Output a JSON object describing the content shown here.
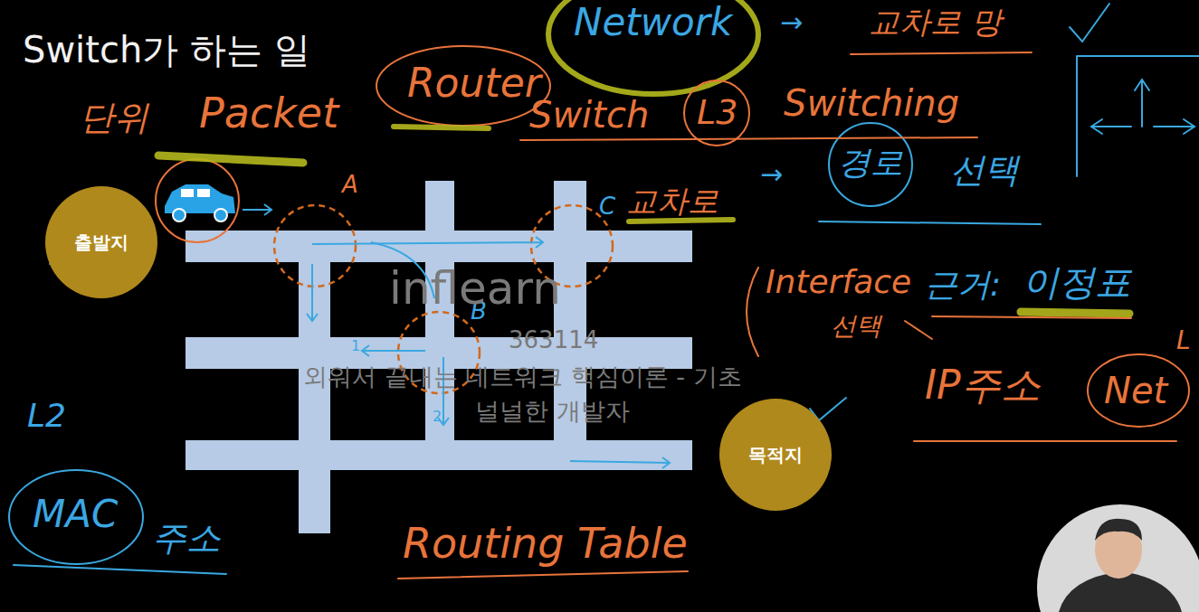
{
  "diagram": {
    "title": "Switch가 하는 일",
    "nodes": [
      {
        "text": [
          "출발지"
        ]
      },
      {
        "text": [
          "목적지"
        ]
      }
    ],
    "labels": [
      "단위",
      "Packet",
      "Router",
      "Switch",
      "L3",
      "Switching",
      "Network",
      "→",
      "교차로 망",
      "A",
      "B",
      "C",
      "교차로",
      "→",
      "경로",
      "선택",
      "Interface",
      "선택",
      "근거:",
      "이정표",
      "IP주소",
      "Net",
      "L",
      "L2",
      "MAC",
      "주소",
      "Routing Table",
      "1",
      "2",
      "inflearn",
      "363114",
      "외워서 끝내는 네트워크 핵심이론 - 기초",
      "널널한 개발자"
    ]
  }
}
